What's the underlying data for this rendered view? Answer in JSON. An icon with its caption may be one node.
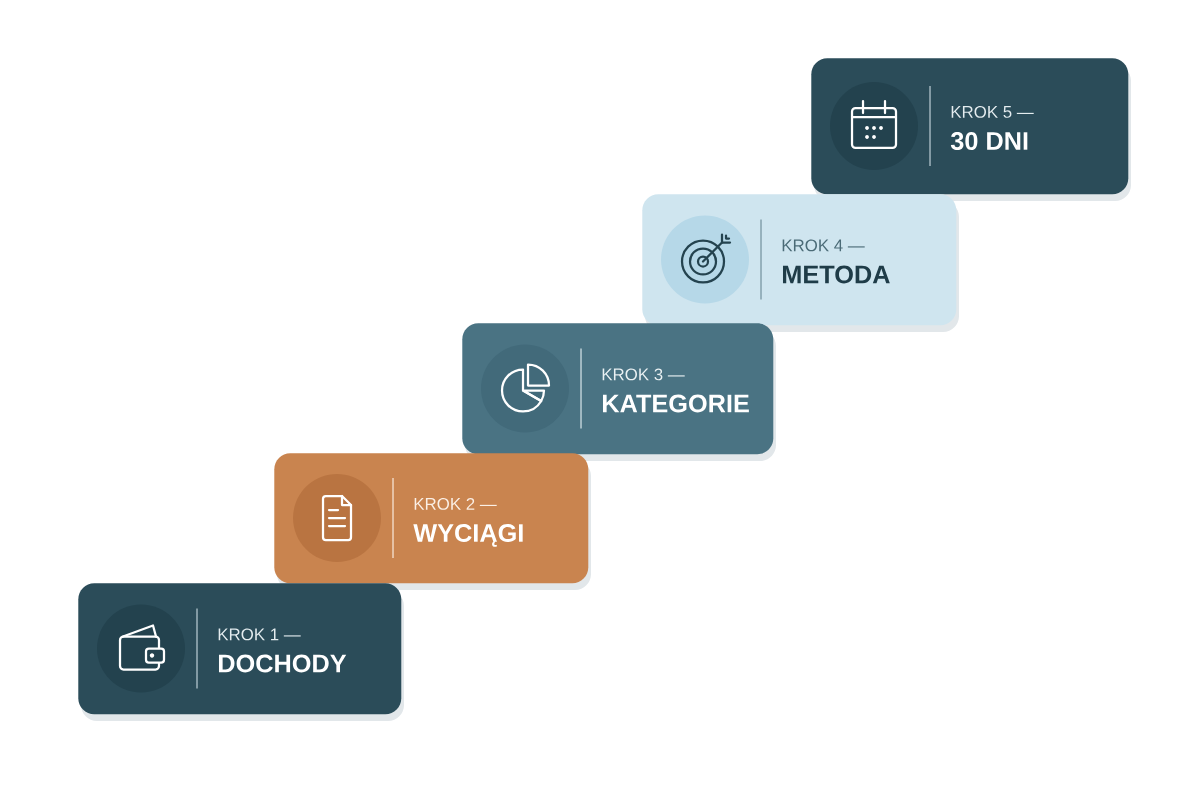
{
  "diagram": {
    "nodes": [
      {
        "text": [
          "KROK 1 —",
          "DOCHODY"
        ]
      },
      {
        "text": [
          "KROK 2 —",
          "WYCIĄGI"
        ]
      },
      {
        "text": [
          "KROK 3 —",
          "KATEGORIE"
        ]
      },
      {
        "text": [
          "KROK 4 —",
          "METODA"
        ]
      },
      {
        "text": [
          "KROK 5 —",
          "30 DNI"
        ]
      }
    ]
  }
}
